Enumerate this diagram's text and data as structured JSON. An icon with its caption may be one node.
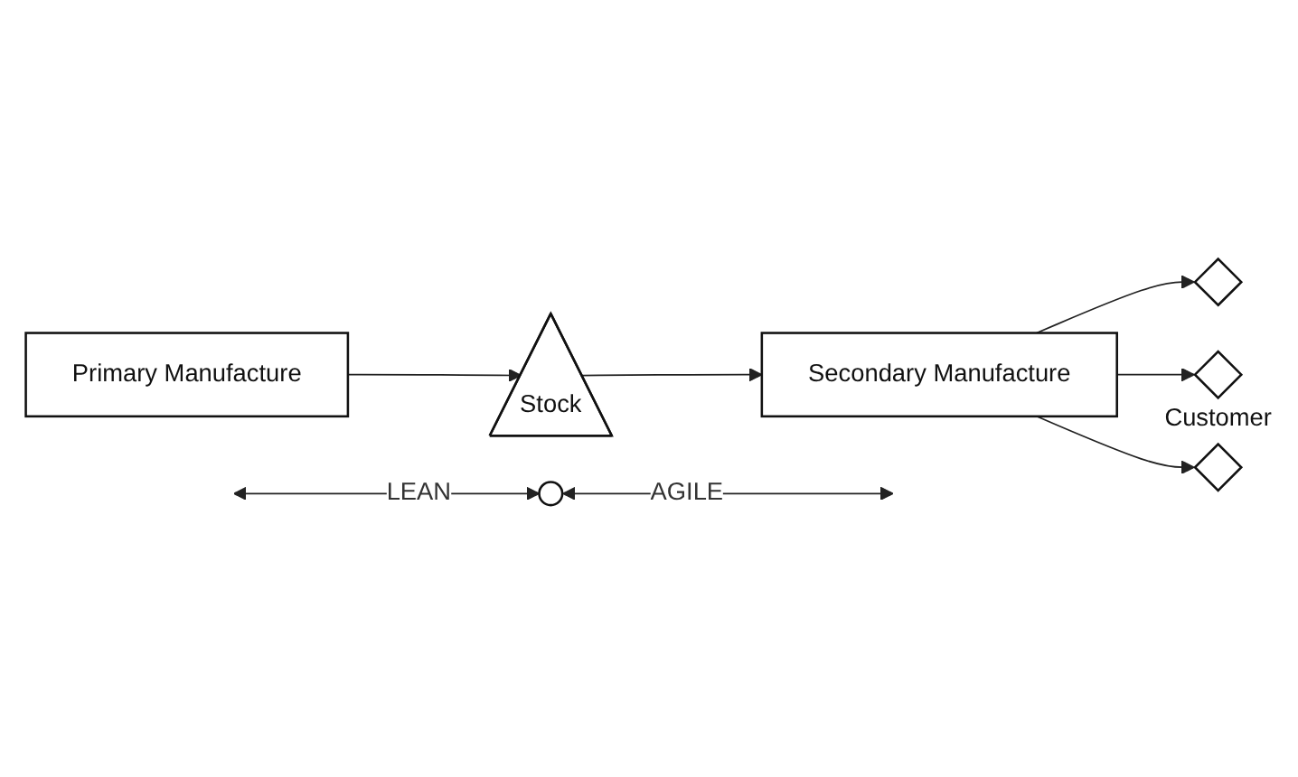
{
  "diagram": {
    "nodes": [
      {
        "text": [
          "Primary Manufacture"
        ]
      },
      {
        "text": [
          "Stock"
        ]
      },
      {
        "text": [
          "Secondary Manufacture"
        ]
      },
      {
        "text": [],
        "shape": "diamond"
      },
      {
        "text": [],
        "shape": "diamond",
        "beside": [
          "Customer"
        ]
      },
      {
        "text": [],
        "shape": "diamond"
      },
      {
        "text": [],
        "shape": "circle"
      }
    ],
    "edges": [
      {
        "from": 0,
        "to": 1,
        "arrow": "to"
      },
      {
        "from": 1,
        "to": 2,
        "arrow": "to"
      },
      {
        "from": 2,
        "to": 3,
        "arrow": "to"
      },
      {
        "from": 2,
        "to": 4,
        "arrow": "to"
      },
      {
        "from": 2,
        "to": 5,
        "arrow": "to"
      },
      {
        "from": null,
        "to": 6,
        "arrow": "both",
        "label": "LEAN"
      },
      {
        "from": 6,
        "to": null,
        "arrow": "both",
        "label": "AGILE"
      }
    ]
  }
}
